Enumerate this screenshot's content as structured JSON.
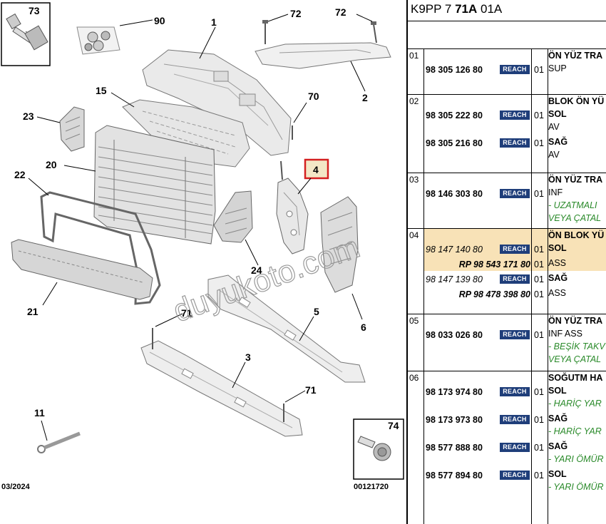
{
  "diagram": {
    "callouts": [
      "73",
      "90",
      "72",
      "72",
      "1",
      "15",
      "70",
      "2",
      "23",
      "20",
      "4",
      "22",
      "24",
      "6",
      "21",
      "71",
      "5",
      "3",
      "71",
      "11",
      "74"
    ],
    "date": "03/2024",
    "ref": "00121720",
    "watermark": "duyukoto.com"
  },
  "panel": {
    "header_prefix": "K9PP 7 ",
    "header_bold": "71A",
    "header_suffix": " 01A",
    "reach_label": "REACH",
    "sections": [
      {
        "group": "01",
        "rows": [
          {
            "pn": "98 305 126 80",
            "qty": "01",
            "desc": [
              "ÖN YÜZ TRA",
              "SUP"
            ]
          }
        ]
      },
      {
        "group": "02",
        "rows": [
          {
            "pn": "98 305 222 80",
            "qty": "01",
            "desc": [
              "BLOK ÖN YÜ",
              "SOL",
              "AV"
            ]
          },
          {
            "pn": "98 305 216 80",
            "qty": "01",
            "desc": [
              "SAĞ",
              "AV"
            ]
          }
        ]
      },
      {
        "group": "03",
        "rows": [
          {
            "pn": "98 146 303 80",
            "qty": "01",
            "desc": [
              "ÖN YÜZ TRA",
              "INF",
              "- UZATMALI",
              "VEYA ÇATAL"
            ]
          }
        ]
      },
      {
        "group": "04",
        "rows": [
          {
            "pn": "98 147 140 80",
            "qty": "01",
            "desc": [
              "ÖN BLOK YÜ",
              "SOL"
            ]
          },
          {
            "rp": "RP 98 543 171 80",
            "qty": "01",
            "desc": [
              "ASS"
            ]
          },
          {
            "pn": "98 147 139 80",
            "qty": "01",
            "desc": [
              "SAĞ"
            ]
          },
          {
            "rp": "RP 98 478 398 80",
            "qty": "01",
            "desc": [
              "ASS"
            ]
          }
        ]
      },
      {
        "group": "05",
        "rows": [
          {
            "pn": "98 033 026 80",
            "qty": "01",
            "desc": [
              "ÖN YÜZ TRA",
              "INF ASS",
              "- BEŞİK TAKV",
              "VEYA ÇATAL"
            ]
          }
        ]
      },
      {
        "group": "06",
        "rows": [
          {
            "pn": "98 173 974 80",
            "qty": "01",
            "desc": [
              "SOĞUTM HA",
              "SOL",
              "- HARİÇ YAR"
            ]
          },
          {
            "pn": "98 173 973 80",
            "qty": "01",
            "desc": [
              "SAĞ",
              "- HARİÇ YAR"
            ]
          },
          {
            "pn": "98 577 888 80",
            "qty": "01",
            "desc": [
              "SAĞ",
              "- YARI ÖMÜR"
            ]
          },
          {
            "pn": "98 577 894 80",
            "qty": "01",
            "desc": [
              "SOL",
              "- YARI ÖMÜR"
            ]
          }
        ]
      }
    ]
  }
}
